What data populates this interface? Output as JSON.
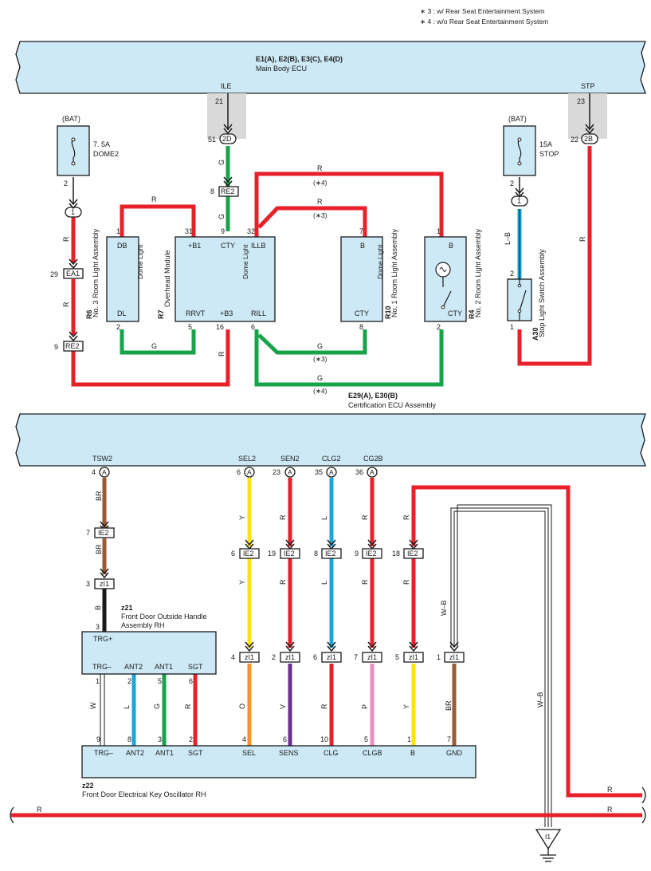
{
  "notes": [
    "∗ 3 : w/ Rear Seat Entertainment System",
    "∗ 4 : w/o Rear Seat Entertainment System"
  ],
  "ecu_main": {
    "codes": "E1(A), E2(B), E3(C), E4(D)",
    "name": "Main Body ECU"
  },
  "ecu_cert": {
    "codes": "E29(A), E30(B)",
    "name": "Certification ECU Assembly"
  },
  "terminals": {
    "ile": "ILE",
    "stp": "STP",
    "pin21": "21",
    "pin23": "23",
    "pin51": "51",
    "pin22": "22",
    "conn_2d": "2D",
    "conn_2b": "2B"
  },
  "fuse_dome": {
    "bat": "(BAT)",
    "rating": "7. 5A",
    "name": "DOME2",
    "pin": "2"
  },
  "fuse_stop": {
    "bat": "(BAT)",
    "rating": "15A",
    "name": "STOP",
    "pin": "2"
  },
  "connectors": {
    "re2_top": {
      "pin": "8",
      "label": "RE2"
    },
    "ea1": {
      "pin": "29",
      "label": "EA1"
    },
    "re2_left": {
      "pin": "9",
      "label": "RE2"
    },
    "j1_left": "1",
    "j1_right": "1"
  },
  "colors_top": {
    "r_dome": "R",
    "r_left": "R",
    "r_left2": "R",
    "r_to_b1": "R",
    "g_cty": "G",
    "g_cty2": "G",
    "r_top": "R",
    "r_star4": "(∗4)",
    "r_mid": "R",
    "r_star3": "(∗3)",
    "g_rrvt": "G",
    "r_b3": "R",
    "g_low": "G",
    "g_star3": "(∗3)",
    "g_bottom": "G",
    "g_star4": "(∗4)",
    "lb": "L–B",
    "r_stp": "R"
  },
  "r6": {
    "id": "R6",
    "name": "No. 3 Room Light Assembly",
    "inner": "Dome Light",
    "t_top": "DB",
    "t_bot": "DL",
    "p_top": "1",
    "p_bot": "2"
  },
  "r7": {
    "id": "R7",
    "name": "Overhead Module",
    "inner": "Dome Light",
    "t_b1": "+B1",
    "t_cty": "CTY",
    "t_illb": "ILLB",
    "t_rrvt": "RRVT",
    "t_b3": "+B3",
    "t_rill": "RILL",
    "p_b1": "31",
    "p_cty": "9",
    "p_illb": "32",
    "p_rrvt": "5",
    "p_b3": "16",
    "p_rill": "6"
  },
  "r10": {
    "id": "R10",
    "name": "No. 1 Room Light Assembly",
    "inner": "Dome Light",
    "t_top": "B",
    "t_bot": "CTY",
    "p_top": "7",
    "p_bot": "8"
  },
  "r4": {
    "id": "R4",
    "name": "No. 2 Room Light Assembly",
    "t_top": "B",
    "t_bot": "CTY",
    "p_top": "1",
    "p_bot": "2"
  },
  "a30": {
    "id": "A30",
    "name": "Stop Light Switch Assembly",
    "p_top": "2",
    "p_bot": "1"
  },
  "cert_terms": [
    {
      "name": "TSW2",
      "pin": "4",
      "conn": "A"
    },
    {
      "name": "SEL2",
      "pin": "6",
      "conn": "A"
    },
    {
      "name": "SEN2",
      "pin": "23",
      "conn": "A"
    },
    {
      "name": "CLG2",
      "pin": "35",
      "conn": "A"
    },
    {
      "name": "CG2B",
      "pin": "36",
      "conn": "A"
    }
  ],
  "wires_upper": [
    "BR",
    "BR",
    "B",
    "Y",
    "Y",
    "R",
    "R",
    "L",
    "L",
    "R",
    "R",
    "R",
    "R"
  ],
  "ie2": [
    {
      "pin": "7",
      "label": "IE2"
    },
    {
      "pin": "6",
      "label": "IE2"
    },
    {
      "pin": "19",
      "label": "IE2"
    },
    {
      "pin": "8",
      "label": "IE2"
    },
    {
      "pin": "9",
      "label": "IE2"
    },
    {
      "pin": "18",
      "label": "IE2"
    }
  ],
  "zi1": [
    {
      "pin": "3",
      "label": "zI1"
    },
    {
      "pin": "4",
      "label": "zI1"
    },
    {
      "pin": "2",
      "label": "zI1"
    },
    {
      "pin": "6",
      "label": "zI1"
    },
    {
      "pin": "7",
      "label": "zI1"
    },
    {
      "pin": "5",
      "label": "zI1"
    },
    {
      "pin": "1",
      "label": "zI1"
    }
  ],
  "wire_wb": "W–B",
  "z21": {
    "id": "z21",
    "name1": "Front Door Outside Handle",
    "name2": "Assembly RH",
    "pin_trg": "3",
    "t_trg": "TRG+",
    "bottom": [
      {
        "t": "TRG–",
        "p": "1"
      },
      {
        "t": "ANT2",
        "p": "2"
      },
      {
        "t": "ANT1",
        "p": "5"
      },
      {
        "t": "SGT",
        "p": "6"
      }
    ]
  },
  "z22": {
    "id": "z22",
    "name": "Front Door Electrical Key Oscillator RH",
    "terms": [
      {
        "t": "TRG–",
        "p": "9"
      },
      {
        "t": "ANT2",
        "p": "8"
      },
      {
        "t": "ANT1",
        "p": "3"
      },
      {
        "t": "SGT",
        "p": "2"
      },
      {
        "t": "SEL",
        "p": "4"
      },
      {
        "t": "SENS",
        "p": "6"
      },
      {
        "t": "CLG",
        "p": "10"
      },
      {
        "t": "CLGB",
        "p": "5"
      },
      {
        "t": "B",
        "p": "1"
      },
      {
        "t": "GND",
        "p": "7"
      }
    ]
  },
  "wires_lower": [
    "W",
    "L",
    "G",
    "R",
    "O",
    "V",
    "R",
    "P",
    "Y",
    "BR"
  ],
  "right_r1": "R",
  "bottom_r_left": "R",
  "bottom_r_right": "R",
  "ground": "I1",
  "colors": {
    "red": "#e8202a",
    "green": "#17a34a",
    "yellow": "#fde30d",
    "blue": "#1ba5dd",
    "brown": "#9a5a34",
    "orange": "#f39424",
    "violet": "#6b2d8f",
    "pink": "#f08bbd",
    "black": "#1a1a1a",
    "box": "#cde9f6"
  }
}
